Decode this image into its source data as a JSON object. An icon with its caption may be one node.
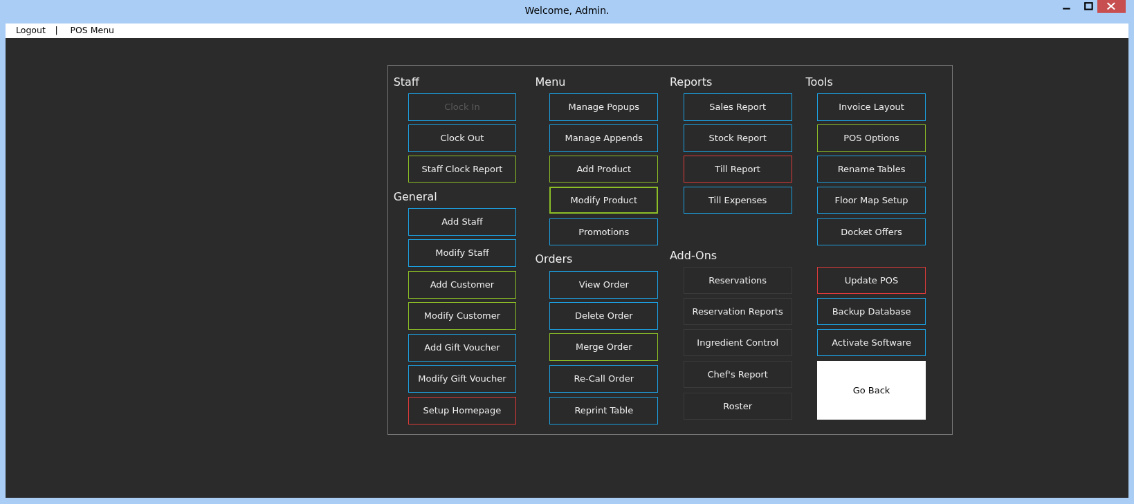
{
  "diagram": {
    "title": "Welcome, Admin.",
    "nodes": [
      {
        "text": [
          "Clock In"
        ]
      },
      {
        "text": [
          "Clock Out"
        ]
      },
      {
        "text": [
          "Staff Clock Report"
        ]
      },
      {
        "text": [
          "Add Staff"
        ]
      },
      {
        "text": [
          "Modify Staff"
        ]
      },
      {
        "text": [
          "Add Customer"
        ]
      },
      {
        "text": [
          "Modify Customer"
        ]
      },
      {
        "text": [
          "Add Gift Voucher"
        ]
      },
      {
        "text": [
          "Modify Gift Voucher"
        ]
      },
      {
        "text": [
          "Setup Homepage"
        ]
      },
      {
        "text": [
          "Manage Popups"
        ]
      },
      {
        "text": [
          "Manage Appends"
        ]
      },
      {
        "text": [
          "Add Product"
        ]
      },
      {
        "text": [
          "Modify Product"
        ]
      },
      {
        "text": [
          "Promotions"
        ]
      },
      {
        "text": [
          "View Order"
        ]
      },
      {
        "text": [
          "Delete Order"
        ]
      },
      {
        "text": [
          "Merge Order"
        ]
      },
      {
        "text": [
          "Re-Call Order"
        ]
      },
      {
        "text": [
          "Reprint Table"
        ]
      },
      {
        "text": [
          "Sales Report"
        ]
      },
      {
        "text": [
          "Stock Report"
        ]
      },
      {
        "text": [
          "Till Report"
        ]
      },
      {
        "text": [
          "Till Expenses"
        ]
      },
      {
        "text": [
          "Reservations"
        ]
      },
      {
        "text": [
          "Reservation Reports"
        ]
      },
      {
        "text": [
          "Ingredient Control"
        ]
      },
      {
        "text": [
          "Chef's Report"
        ]
      },
      {
        "text": [
          "Roster"
        ]
      },
      {
        "text": [
          "Invoice Layout"
        ]
      },
      {
        "text": [
          "POS Options"
        ]
      },
      {
        "text": [
          "Rename Tables"
        ]
      },
      {
        "text": [
          "Floor Map Setup"
        ]
      },
      {
        "text": [
          "Docket Offers"
        ]
      },
      {
        "text": [
          "Update POS"
        ]
      },
      {
        "text": [
          "Backup Database"
        ]
      },
      {
        "text": [
          "Activate Software"
        ]
      },
      {
        "text": [
          "Go Back"
        ]
      }
    ],
    "labels": [
      "Logout",
      "|",
      "POS Menu",
      "Staff",
      "Menu",
      "Reports",
      "Tools",
      "General",
      "Add-Ons",
      "Orders"
    ]
  }
}
